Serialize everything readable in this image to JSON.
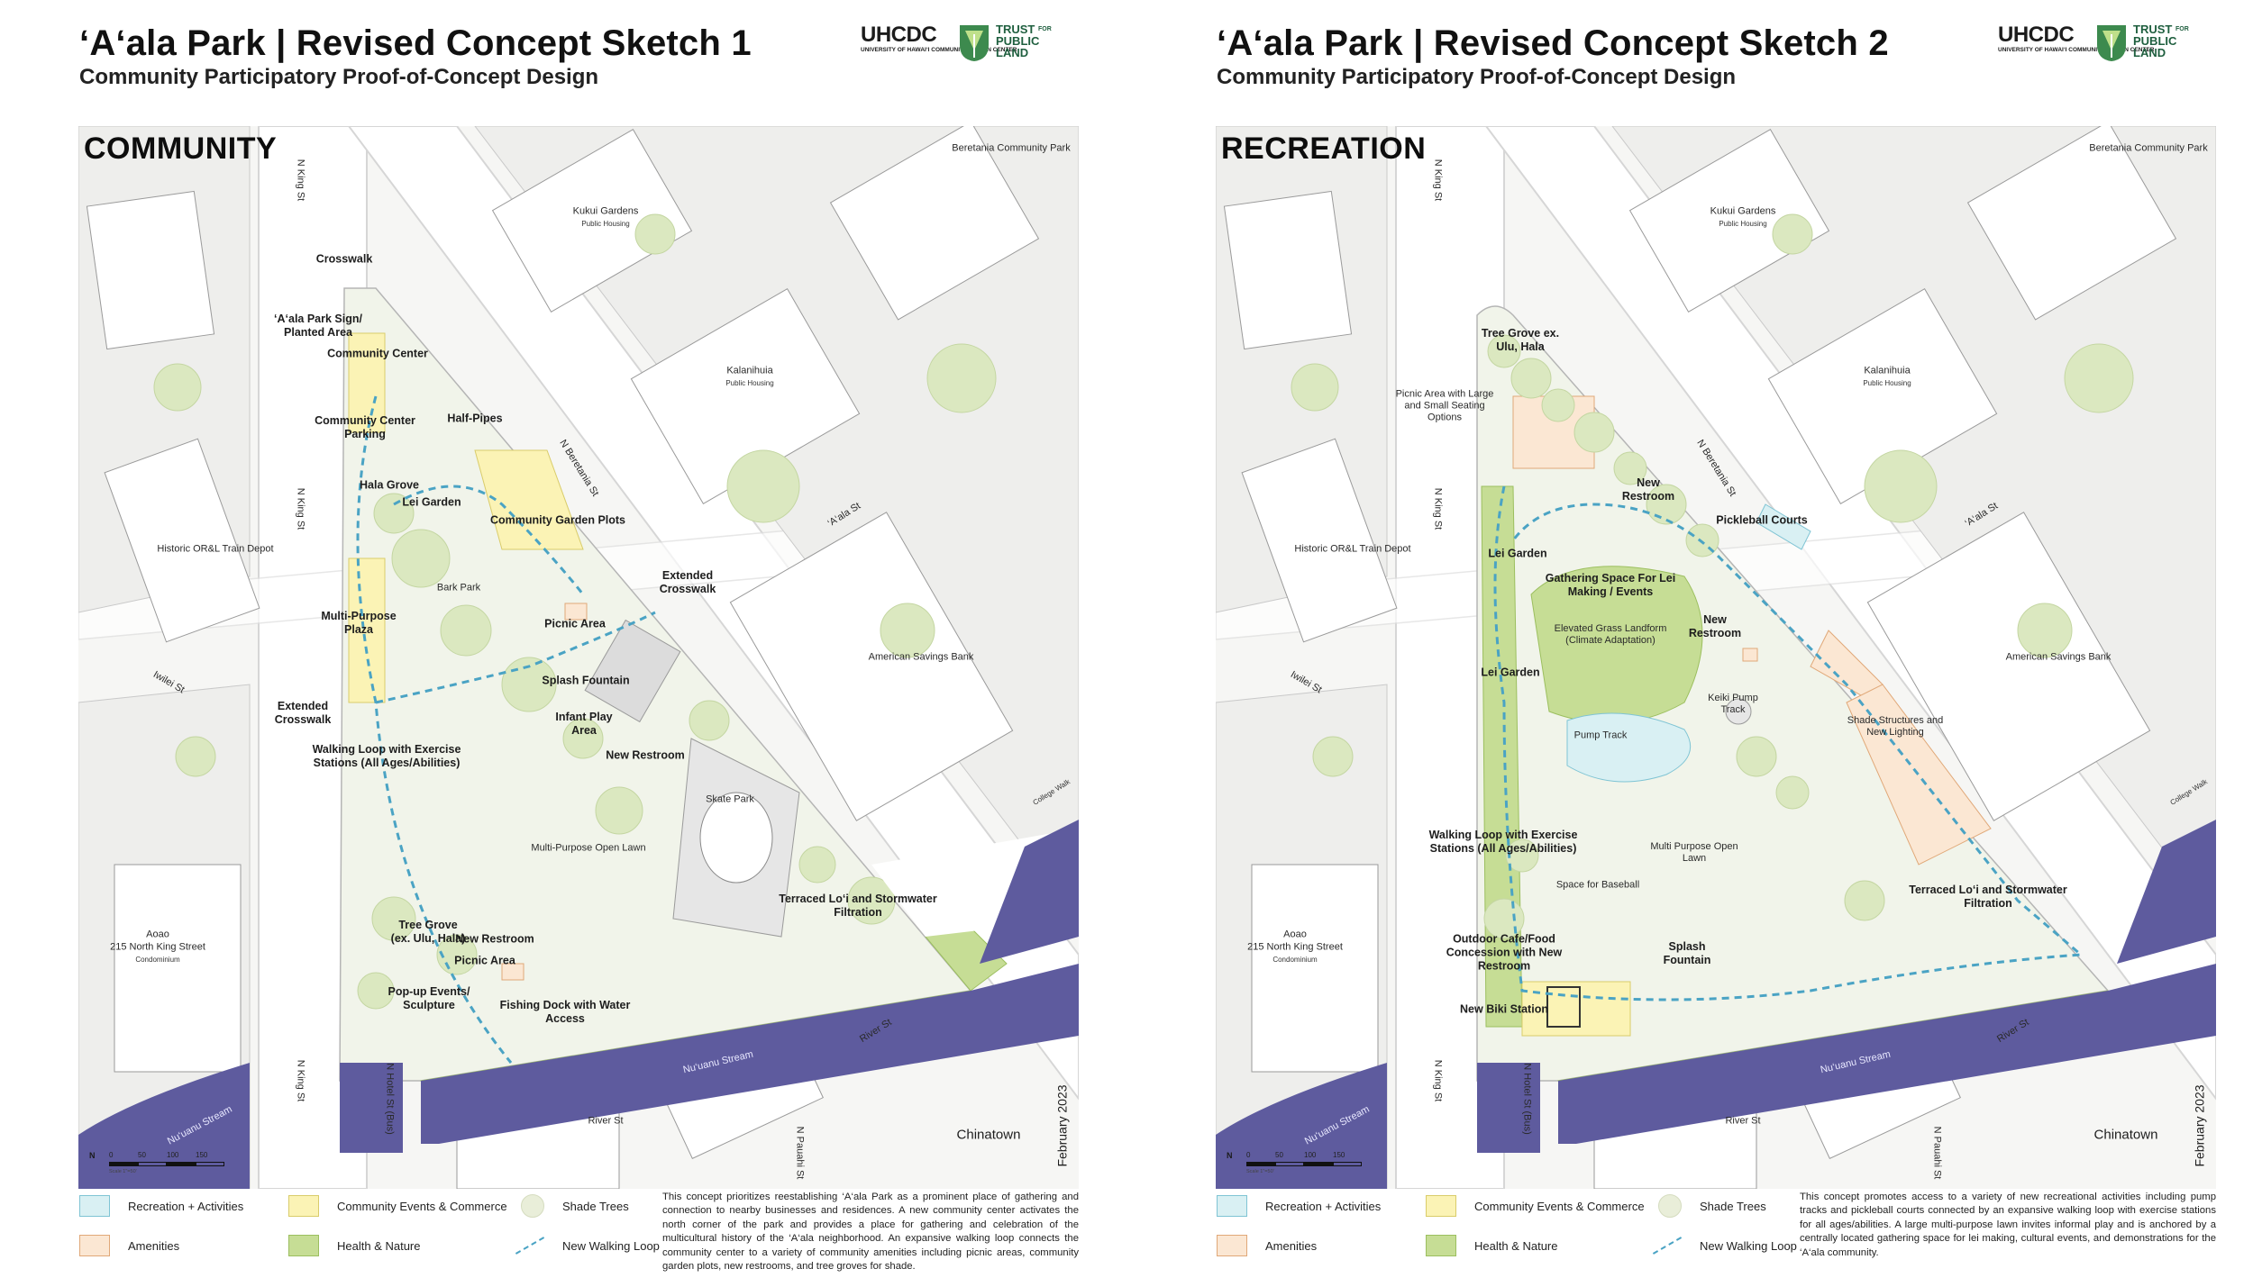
{
  "panels": [
    {
      "title": "‘A‘ala Park | Revised Concept Sketch 1",
      "subtitle": "Community Participatory Proof-of-Concept Design",
      "map_label": "COMMUNITY",
      "labels": {
        "beretania_park": "Beretania Community Park",
        "kukui": "Kukui Gardens",
        "kukui_sub": "Public Housing",
        "kalanihuia": "Kalanihuia",
        "kalanihuia_sub": "Public Housing",
        "american_savings": "American Savings Bank",
        "historic": "Historic OR&L Train Depot",
        "aoao": "Aoao",
        "aoao_street": "215 North King Street",
        "aoao_sub": "Condominium",
        "chinatown": "Chinatown",
        "date": "February 2023",
        "n_king_top": "N King St",
        "n_king_mid": "N King St",
        "n_king_bottom": "N King St",
        "n_beretania": "N Beretania St",
        "aala_st": "‘A‘ala St",
        "iwilei": "Iwilei St",
        "college_walk": "College Walk",
        "river_st_right": "River St",
        "river_st_bottom": "River St",
        "n_hotel": "N Hotel St (Bus)",
        "n_pauahi": "N Pauahi St",
        "nuuanu_main": "Nu‘uanu Stream",
        "nuuanu_left": "Nu‘uanu Stream"
      },
      "features": [
        "Crosswalk",
        "‘A‘ala Park Sign/ Planted Area",
        "Community Center",
        "Community Center Parking",
        "Half-Pipes",
        "Hala Grove",
        "Lei Garden",
        "Community Garden Plots",
        "Extended Crosswalk",
        "Bark Park",
        "Multi-Purpose Plaza",
        "Picnic Area",
        "Splash Fountain",
        "Infant Play Area",
        "Extended Crosswalk",
        "Walking Loop with Exercise Stations (All Ages/Abilities)",
        "New Restroom",
        "Skate Park",
        "Multi-Purpose Open Lawn",
        "Terraced Lo‘i and Stormwater Filtration",
        "Tree Grove (ex. Ulu, Hala)",
        "New Restroom",
        "Picnic Area",
        "Pop-up Events/ Sculpture",
        "Fishing Dock with Water Access"
      ],
      "description": "This concept prioritizes reestablishing ‘A‘ala Park as a prominent place of gathering and connection to nearby businesses and residences. A new community center activates the north corner of the park and provides a place for gathering and celebration of the multicultural history of the ‘A‘ala neighborhood. An expansive walking loop connects the community center to a variety of community amenities including picnic areas, community garden plots, new restrooms, and tree groves for shade."
    },
    {
      "title": "‘A‘ala Park | Revised Concept Sketch 2",
      "subtitle": "Community Participatory Proof-of-Concept Design",
      "map_label": "RECREATION",
      "labels": {
        "beretania_park": "Beretania Community Park",
        "kukui": "Kukui Gardens",
        "kukui_sub": "Public Housing",
        "kalanihuia": "Kalanihuia",
        "kalanihuia_sub": "Public Housing",
        "american_savings": "American Savings Bank",
        "historic": "Historic OR&L Train Depot",
        "aoao": "Aoao",
        "aoao_street": "215 North King Street",
        "aoao_sub": "Condominium",
        "chinatown": "Chinatown",
        "date": "February 2023",
        "n_king_top": "N King St",
        "n_king_mid": "N King St",
        "n_king_bottom": "N King St",
        "n_beretania": "N Beretania St",
        "aala_st": "‘A‘ala St",
        "iwilei": "Iwilei St",
        "college_walk": "College Walk",
        "river_st_right": "River St",
        "river_st_bottom": "River St",
        "n_hotel": "N Hotel St (Bus)",
        "n_pauahi": "N Pauahi St",
        "nuuanu_main": "Nu‘uanu Stream",
        "nuuanu_left": "Nu‘uanu Stream"
      },
      "features": [
        "Tree Grove ex. Ulu, Hala",
        "Picnic Area with Large and Small Seating Options",
        "New Restroom",
        "Pickleball Courts",
        "Lei Garden",
        "Gathering Space For Lei Making / Events",
        "Elevated Grass Landform (Climate Adaptation)",
        "New Restroom",
        "Lei Garden",
        "Keiki Pump Track",
        "Shade Structures and New Lighting",
        "Pump Track",
        "Walking Loop with Exercise Stations (All Ages/Abilities)",
        "Multi Purpose Open Lawn",
        "Space for Baseball",
        "Terraced Lo‘i and Stormwater Filtration",
        "Outdoor Cafe/Food Concession with New Restroom",
        "Splash Fountain",
        "New Biki Station"
      ],
      "description": "This concept promotes access to a variety of new recreational activities including pump tracks and pickleball courts connected by an expansive walking loop with exercise stations for all ages/abilities. A large multi-purpose lawn invites informal play and is anchored by a centrally located gathering space for lei making, cultural events, and demonstrations for the ‘A‘ala community."
    }
  ],
  "logos": {
    "uh_name": "UHCDC",
    "uh_sub": "UNIVERSITY OF HAWAI‘I COMMUNITY DESIGN CENTER",
    "tpl_line1": "TRUST",
    "tpl_for": "FOR",
    "tpl_line2": "PUBLIC",
    "tpl_line3": "LAND"
  },
  "scale": {
    "values": [
      "0",
      "50",
      "100",
      "150"
    ],
    "north": "N",
    "note": "Scale 1\"=50'"
  },
  "legend": {
    "recreation": "Recreation + Activities",
    "community_events": "Community Events & Commerce",
    "shade_trees": "Shade Trees",
    "amenities": "Amenities",
    "health_nature": "Health & Nature",
    "walking_loop": "New Walking Loop"
  },
  "colors": {
    "recreation": "#d9f0f3",
    "recreation_border": "#7fc4d4",
    "community_events": "#fbf3b5",
    "community_events_border": "#d9cc6a",
    "amenities": "#fbe7d3",
    "amenities_border": "#e0a878",
    "health_nature": "#c6dd95",
    "health_nature_border": "#9cbf5f",
    "stream": "#5e5b9e",
    "walking_loop": "#4aa3c4"
  }
}
